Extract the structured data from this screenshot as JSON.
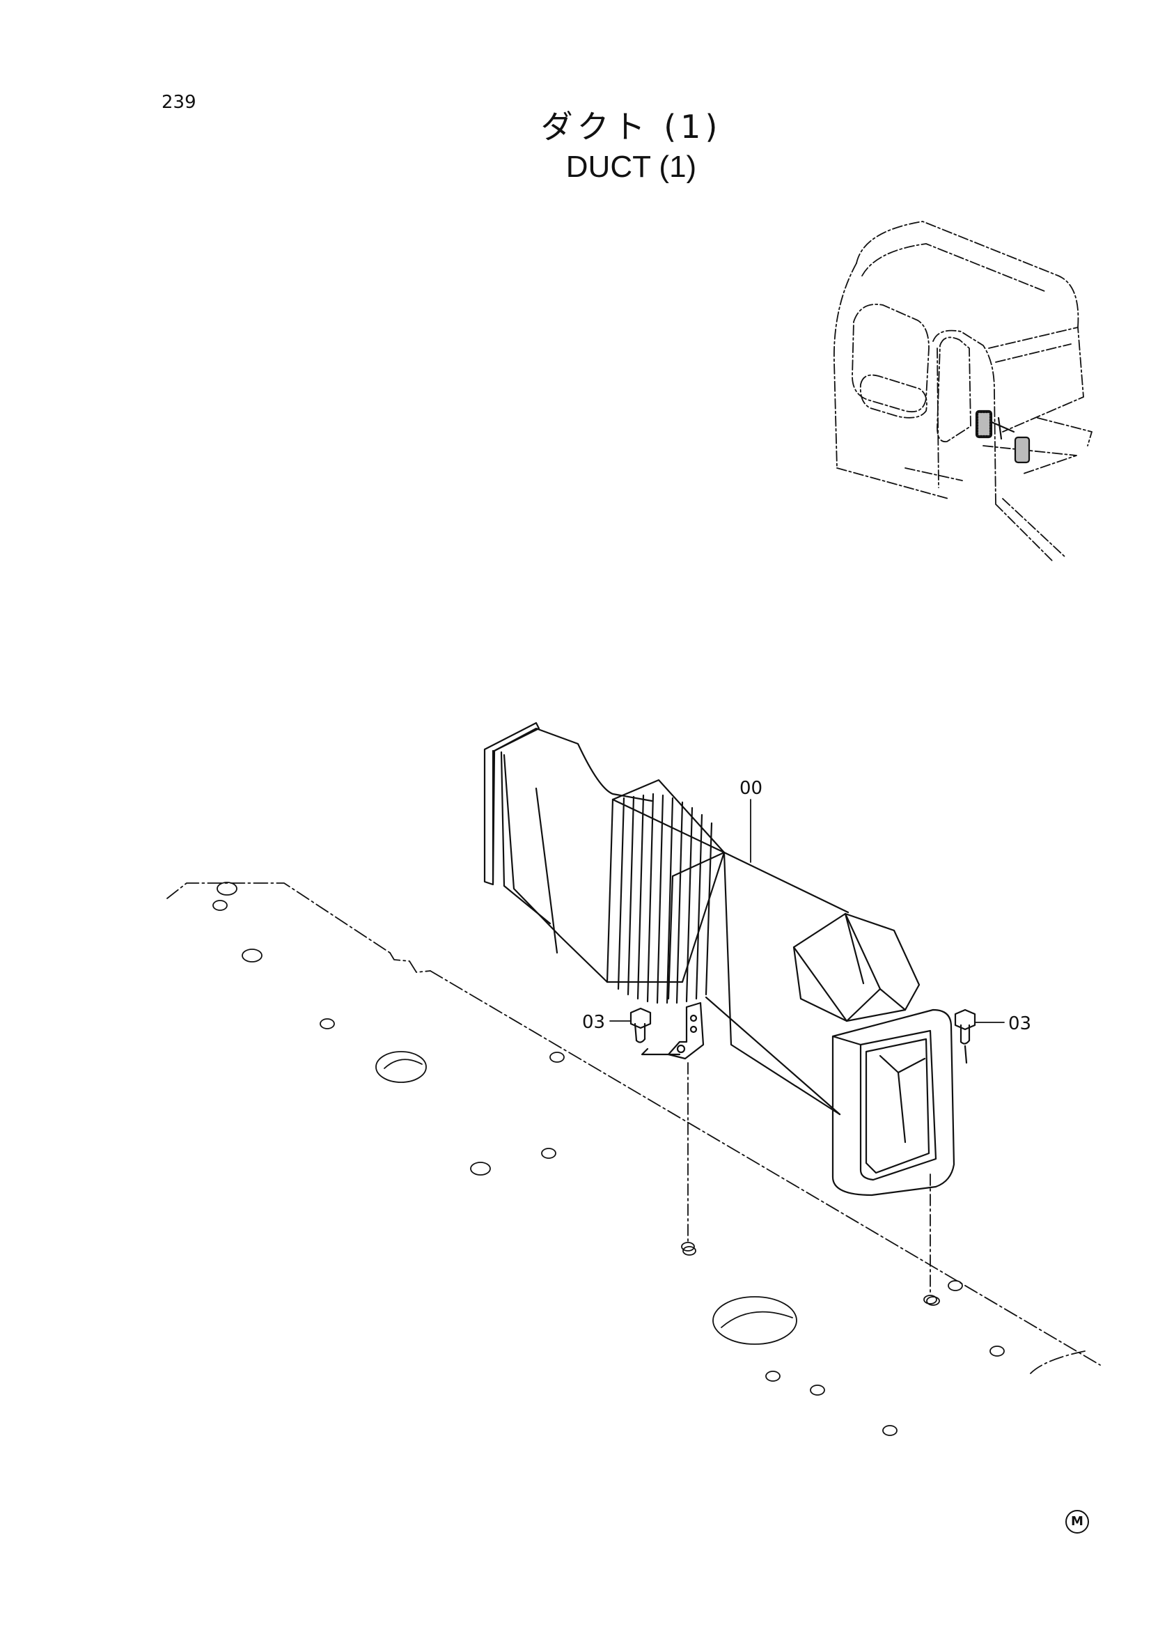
{
  "page": {
    "number": "239"
  },
  "title": {
    "japanese": "ダクト (1)",
    "english": "DUCT (1)"
  },
  "parts": [
    {
      "id": "duct",
      "label": "00"
    },
    {
      "id": "bolt-left",
      "label": "03"
    },
    {
      "id": "bolt-right",
      "label": "03"
    }
  ],
  "footer": {
    "mark": "M"
  },
  "colors": {
    "line": "#111111",
    "background": "#ffffff"
  }
}
